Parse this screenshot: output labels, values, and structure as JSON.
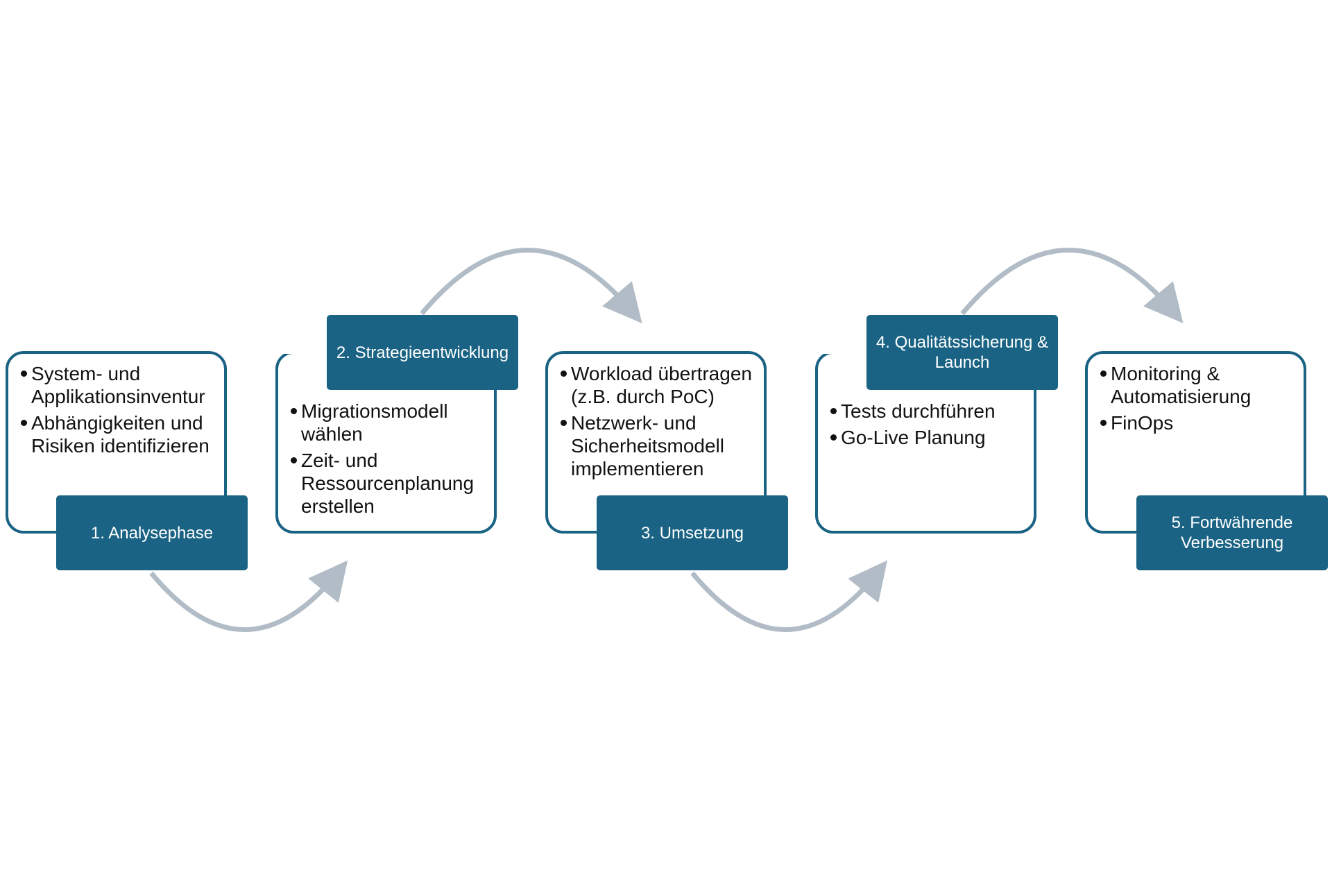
{
  "colors": {
    "accent": "#1a6384",
    "arrow": "#b1bcc7",
    "text": "#111111",
    "label_text": "#ffffff"
  },
  "phases": [
    {
      "label": "1. Analysephase",
      "bullets": [
        "System- und Applikationsinventur",
        "Abhängigkeiten und Risiken identifizieren"
      ]
    },
    {
      "label": "2. Strategieentwicklung",
      "bullets": [
        "Migrationsmodell wählen",
        "Zeit- und Ressourcenplanung erstellen"
      ]
    },
    {
      "label": "3. Umsetzung",
      "bullets": [
        "Workload übertragen (z.B. durch PoC)",
        "Netzwerk- und Sicherheitsmodell implementieren"
      ]
    },
    {
      "label": "4. Qualitätssicherung & Launch",
      "bullets": [
        "Tests durchführen",
        "Go-Live Planung"
      ]
    },
    {
      "label": "5. Fortwährende Verbesserung",
      "bullets": [
        "Monitoring & Automatisierung",
        "FinOps"
      ]
    }
  ]
}
